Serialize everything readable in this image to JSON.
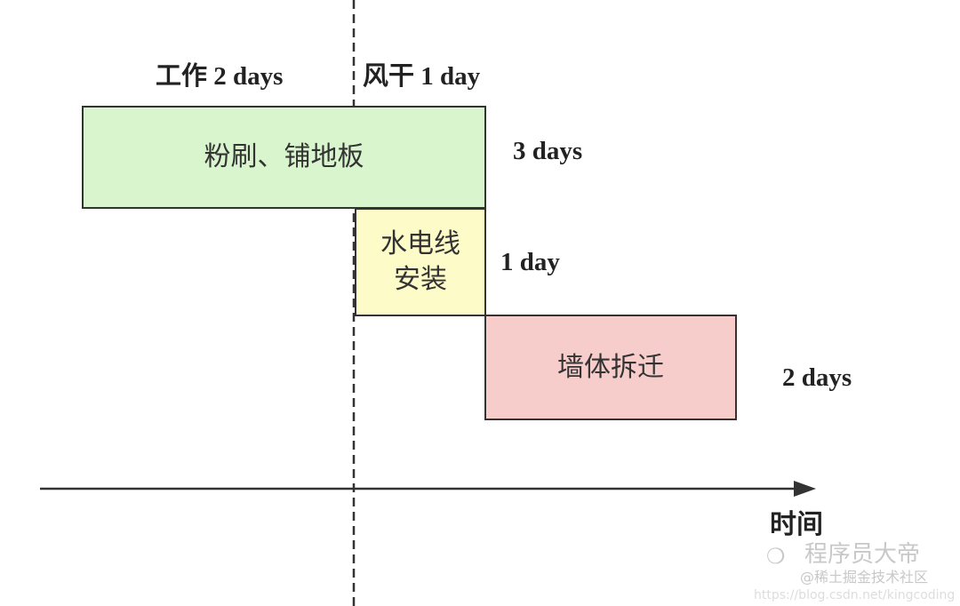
{
  "labels": {
    "work": "工作 2 days",
    "dry": "风干 1 day",
    "time_axis": "时间"
  },
  "tasks": [
    {
      "name": "粉刷、铺地板",
      "duration": "3 days",
      "color": "#d8f5cd"
    },
    {
      "name": "水电线安装",
      "duration": "1 day",
      "color": "#fdfcc9"
    },
    {
      "name": "墙体拆迁",
      "duration": "2 days",
      "color": "#f7cdcc"
    }
  ],
  "watermark": {
    "brand": "程序员大帝",
    "community": "@稀土掘金技术社区",
    "url": "https://blog.csdn.net/kingcoding"
  }
}
